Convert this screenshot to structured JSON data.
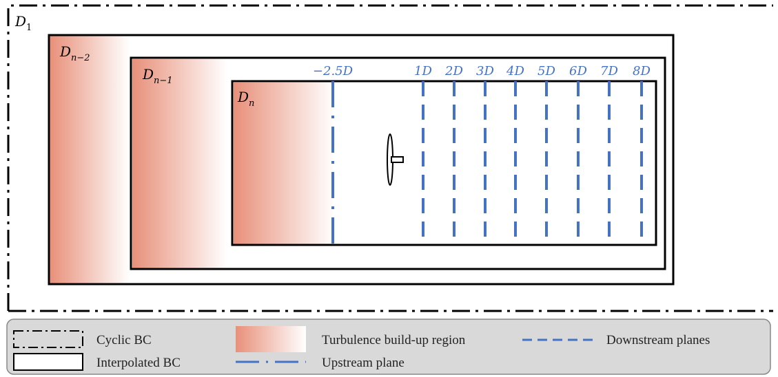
{
  "domains": {
    "d1": {
      "base": "D",
      "sub": "1"
    },
    "dn2": {
      "base": "D",
      "sub": "n−2"
    },
    "dn1": {
      "base": "D",
      "sub": "n−1"
    },
    "dn": {
      "base": "D",
      "sub": "n"
    }
  },
  "planes": {
    "upstream": {
      "label": "−2.5D"
    },
    "downstream": [
      {
        "label": "1D"
      },
      {
        "label": "2D"
      },
      {
        "label": "3D"
      },
      {
        "label": "4D"
      },
      {
        "label": "5D"
      },
      {
        "label": "6D"
      },
      {
        "label": "7D"
      },
      {
        "label": "8D"
      }
    ]
  },
  "legend": {
    "cyclic_bc": "Cyclic BC",
    "interpolated_bc": "Interpolated BC",
    "turbulence_region": "Turbulence build-up region",
    "upstream_plane": "Upstream plane",
    "downstream_planes": "Downstream planes"
  },
  "colors": {
    "plane_blue": "#4472c4",
    "turbulence_red": "#e8907a",
    "legend_bg": "#d9d9d9"
  }
}
